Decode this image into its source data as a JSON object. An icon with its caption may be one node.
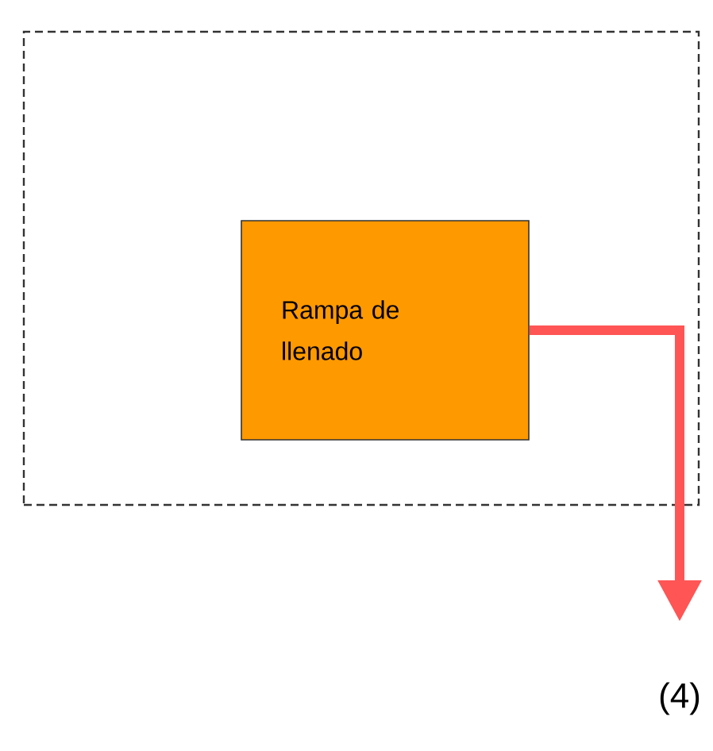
{
  "diagram": {
    "nodes": [
      {
        "text": [],
        "shape": "box"
      },
      {
        "text": [
          "Rampa de llenado"
        ],
        "in": 0
      },
      {
        "text": [
          "(4)"
        ]
      }
    ],
    "edges": [
      {
        "from": 1,
        "to": 2,
        "arrow": "to",
        "color": "#ff5555"
      }
    ]
  }
}
